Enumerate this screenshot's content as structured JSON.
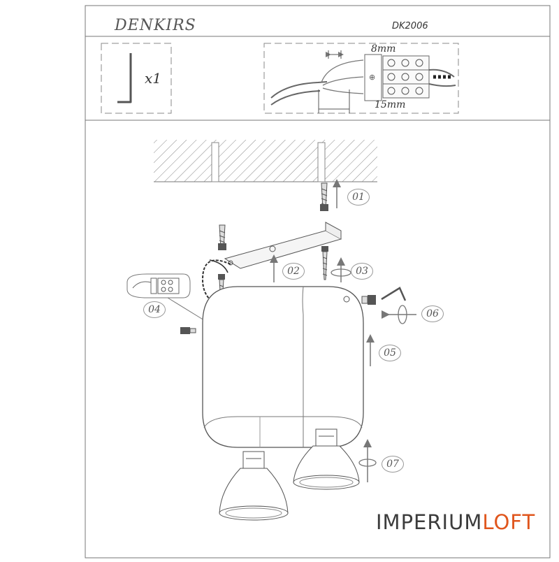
{
  "header": {
    "brand": "DENKIRS",
    "model": "DK2006"
  },
  "kit": {
    "quantity": "x1",
    "tool_icon": "hex-key-icon"
  },
  "wiring": {
    "strip_length": "8mm",
    "insulation_length": "15mm",
    "terminal_icon": "terminal-block-icon"
  },
  "steps": [
    {
      "label": "01"
    },
    {
      "label": "02"
    },
    {
      "label": "03"
    },
    {
      "label": "04"
    },
    {
      "label": "05"
    },
    {
      "label": "06"
    },
    {
      "label": "07"
    }
  ],
  "watermark": {
    "primary": "IMPERIUM",
    "accent": "LOFT",
    "accent_color": "#e0561d"
  }
}
